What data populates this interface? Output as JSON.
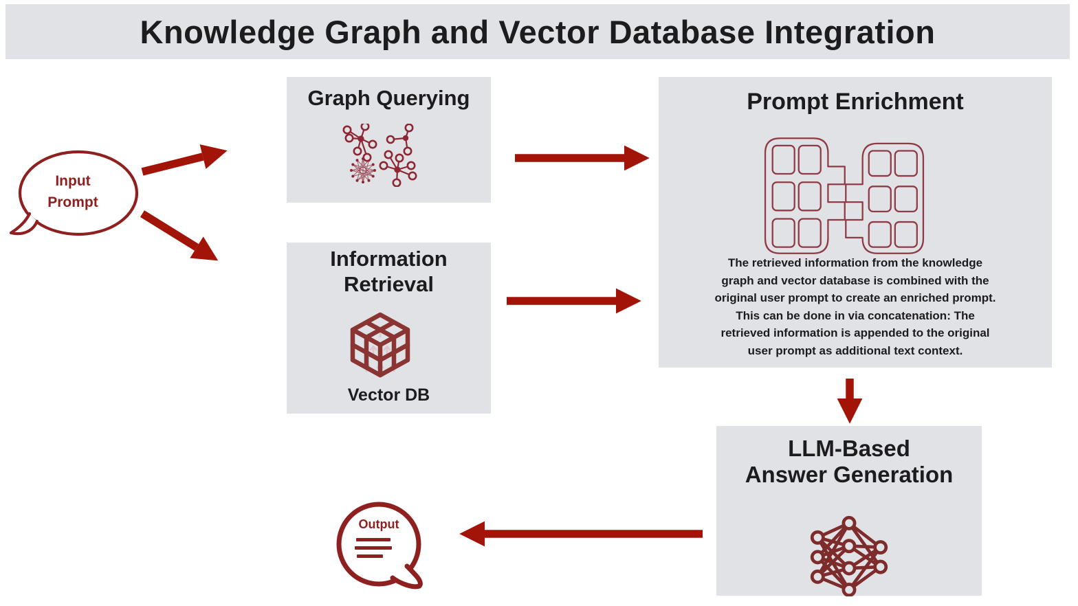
{
  "title": "Knowledge Graph and Vector Database Integration",
  "colors": {
    "arrow_red": "#a31408",
    "maroon": "#8e2020",
    "box_gray": "#e1e2e6",
    "ink": "#1c1c1e"
  },
  "input_bubble": {
    "line1": "Input",
    "line2": "Prompt"
  },
  "boxes": {
    "graph_querying": {
      "title": "Graph Querying"
    },
    "information_retrieval": {
      "title_line1": "Information",
      "title_line2": "Retrieval",
      "icon_label": "Vector DB"
    },
    "prompt_enrichment": {
      "title": "Prompt Enrichment",
      "description_lines": [
        "The retrieved information from the knowledge",
        "graph and vector database is combined with the",
        "original user prompt to create an enriched prompt.",
        "This can be done in via concatenation: The",
        "retrieved information is appended to the original",
        "user prompt as additional text context."
      ]
    },
    "llm_answer_generation": {
      "title_line1": "LLM-Based",
      "title_line2": "Answer Generation"
    }
  },
  "output_bubble": {
    "label": "Output"
  }
}
